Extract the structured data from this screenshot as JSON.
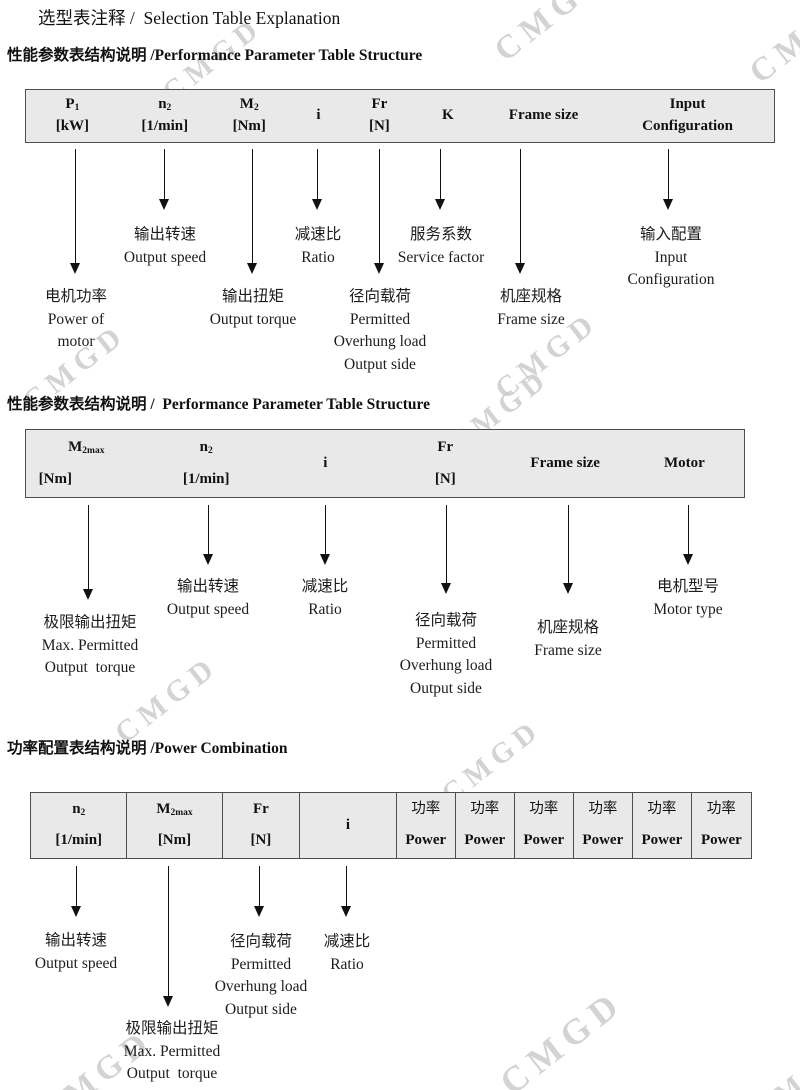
{
  "colors": {
    "table-bg": "#e9e9e9",
    "table-border": "#4d4d4d",
    "ink": "#111111",
    "wm": "#c9c9c9"
  },
  "watermark": {
    "text": "CMGD"
  },
  "title": "选型表注释 /  Selection Table Explanation",
  "s1": {
    "heading": "性能参数表结构说明 /Performance Parameter Table Structure",
    "table": [
      {
        "l1": "P",
        "sub": "1",
        "l2": "[kW]"
      },
      {
        "l1": "n",
        "sub": "2",
        "l2": "[1/min]"
      },
      {
        "l1": "M",
        "sub": "2",
        "l2": "[Nm]"
      },
      {
        "l1": "i"
      },
      {
        "l1": "Fr",
        "l2": "[N]"
      },
      {
        "l1": "K"
      },
      {
        "l1": "Frame size"
      },
      {
        "l1": "Input",
        "l2": "Configuration"
      }
    ],
    "labels": [
      {
        "lines": [
          "电机功率",
          "Power of",
          "motor"
        ]
      },
      {
        "lines": [
          "输出转速",
          "Output speed"
        ]
      },
      {
        "lines": [
          "输出扭矩",
          "Output torque"
        ]
      },
      {
        "lines": [
          "减速比",
          "Ratio"
        ]
      },
      {
        "lines": [
          "径向载荷",
          "Permitted",
          "Overhung load",
          "Output side"
        ]
      },
      {
        "lines": [
          "服务系数",
          "Service factor"
        ]
      },
      {
        "lines": [
          "机座规格",
          "Frame size"
        ]
      },
      {
        "lines": [
          "输入配置",
          "Input",
          "Configuration"
        ]
      }
    ]
  },
  "s2": {
    "heading": "性能参数表结构说明 /  Performance Parameter Table Structure",
    "table": [
      {
        "l1": "M",
        "sub": "2max",
        "l2": "[Nm]"
      },
      {
        "l1": "n",
        "sub": "2",
        "l2": "[1/min]"
      },
      {
        "l1": "i"
      },
      {
        "l1": "Fr",
        "l2": "[N]"
      },
      {
        "l1": "Frame size"
      },
      {
        "l1": "Motor"
      }
    ],
    "labels": [
      {
        "lines": [
          "极限输出扭矩",
          "Max. Permitted",
          "Output  torque"
        ]
      },
      {
        "lines": [
          "输出转速",
          "Output speed"
        ]
      },
      {
        "lines": [
          "减速比",
          "Ratio"
        ]
      },
      {
        "lines": [
          "径向载荷",
          "Permitted",
          "Overhung load",
          "Output side"
        ]
      },
      {
        "lines": [
          "机座规格",
          "Frame size"
        ]
      },
      {
        "lines": [
          "电机型号",
          "Motor type"
        ]
      }
    ]
  },
  "s3": {
    "heading": "功率配置表结构说明 /Power Combination",
    "table": [
      {
        "l1": "n",
        "sub": "2",
        "l2": "[1/min]"
      },
      {
        "l1": "M",
        "sub": "2max",
        "l2": "[Nm]"
      },
      {
        "l1": "Fr",
        "l2": "[N]"
      },
      {
        "l1": "i"
      }
    ],
    "power_columns": [
      {
        "cn": "功率",
        "en": "Power"
      },
      {
        "cn": "功率",
        "en": "Power"
      },
      {
        "cn": "功率",
        "en": "Power"
      },
      {
        "cn": "功率",
        "en": "Power"
      },
      {
        "cn": "功率",
        "en": "Power"
      },
      {
        "cn": "功率",
        "en": "Power"
      }
    ],
    "labels": [
      {
        "lines": [
          "输出转速",
          "Output speed"
        ]
      },
      {
        "lines": [
          "极限输出扭矩",
          "Max. Permitted",
          "Output  torque"
        ]
      },
      {
        "lines": [
          "径向载荷",
          "Permitted",
          "Overhung load",
          "Output side"
        ]
      },
      {
        "lines": [
          "减速比",
          "Ratio"
        ]
      }
    ]
  }
}
